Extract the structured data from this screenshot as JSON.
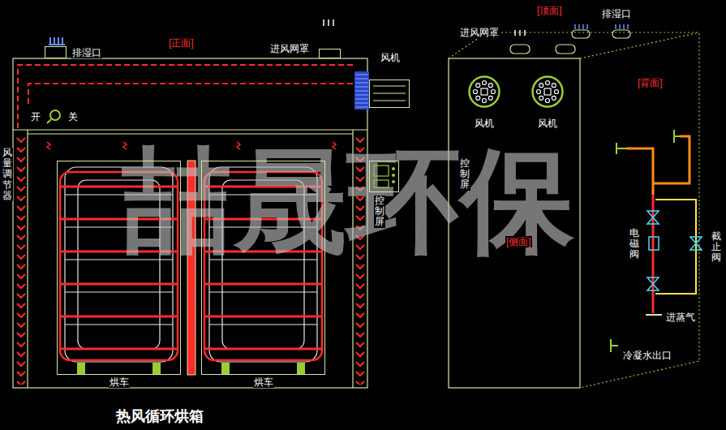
{
  "diagram": {
    "caption": "热风循环烘箱",
    "nodes": [
      {
        "text": [
          "排湿口"
        ]
      },
      {
        "text": [
          "进风网罩"
        ]
      },
      {
        "text": [
          "风机"
        ]
      },
      {
        "text": [
          "控制屏"
        ]
      },
      {
        "text": [
          "烘车"
        ]
      },
      {
        "text": [
          "烘车"
        ]
      },
      {
        "text": [
          "风机"
        ]
      },
      {
        "text": [
          "风机"
        ]
      }
    ],
    "labels": [
      "[正面]",
      "开",
      "关",
      "风量调节器",
      "喆晟环保",
      "进风网罩",
      "[顶面]",
      "排湿口",
      "[背面]",
      "控制屏",
      "[侧面]",
      "电磁阀",
      "截止阀",
      "进蒸气",
      "冷凝水出口"
    ]
  }
}
